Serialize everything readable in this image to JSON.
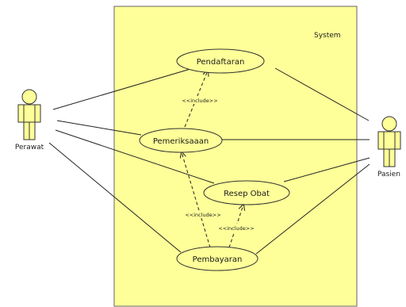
{
  "system_boundary": {
    "label": "System"
  },
  "actors": [
    {
      "id": "perawat",
      "label": "Perawat"
    },
    {
      "id": "pasien",
      "label": "Pasien"
    }
  ],
  "use_cases": [
    {
      "id": "pendaftaran",
      "label": "Pendaftaran"
    },
    {
      "id": "pemeriksaan",
      "label": "Pemeriksaaan"
    },
    {
      "id": "resep",
      "label": "Resep Obat"
    },
    {
      "id": "pembayaran",
      "label": "Pembayaran"
    }
  ],
  "includes": [
    {
      "label": "<<include>>"
    },
    {
      "label": "<<include>>"
    },
    {
      "label": "<<include>>"
    }
  ],
  "colors": {
    "fill": "#ffff99",
    "stroke": "#555555",
    "line": "#222222"
  }
}
